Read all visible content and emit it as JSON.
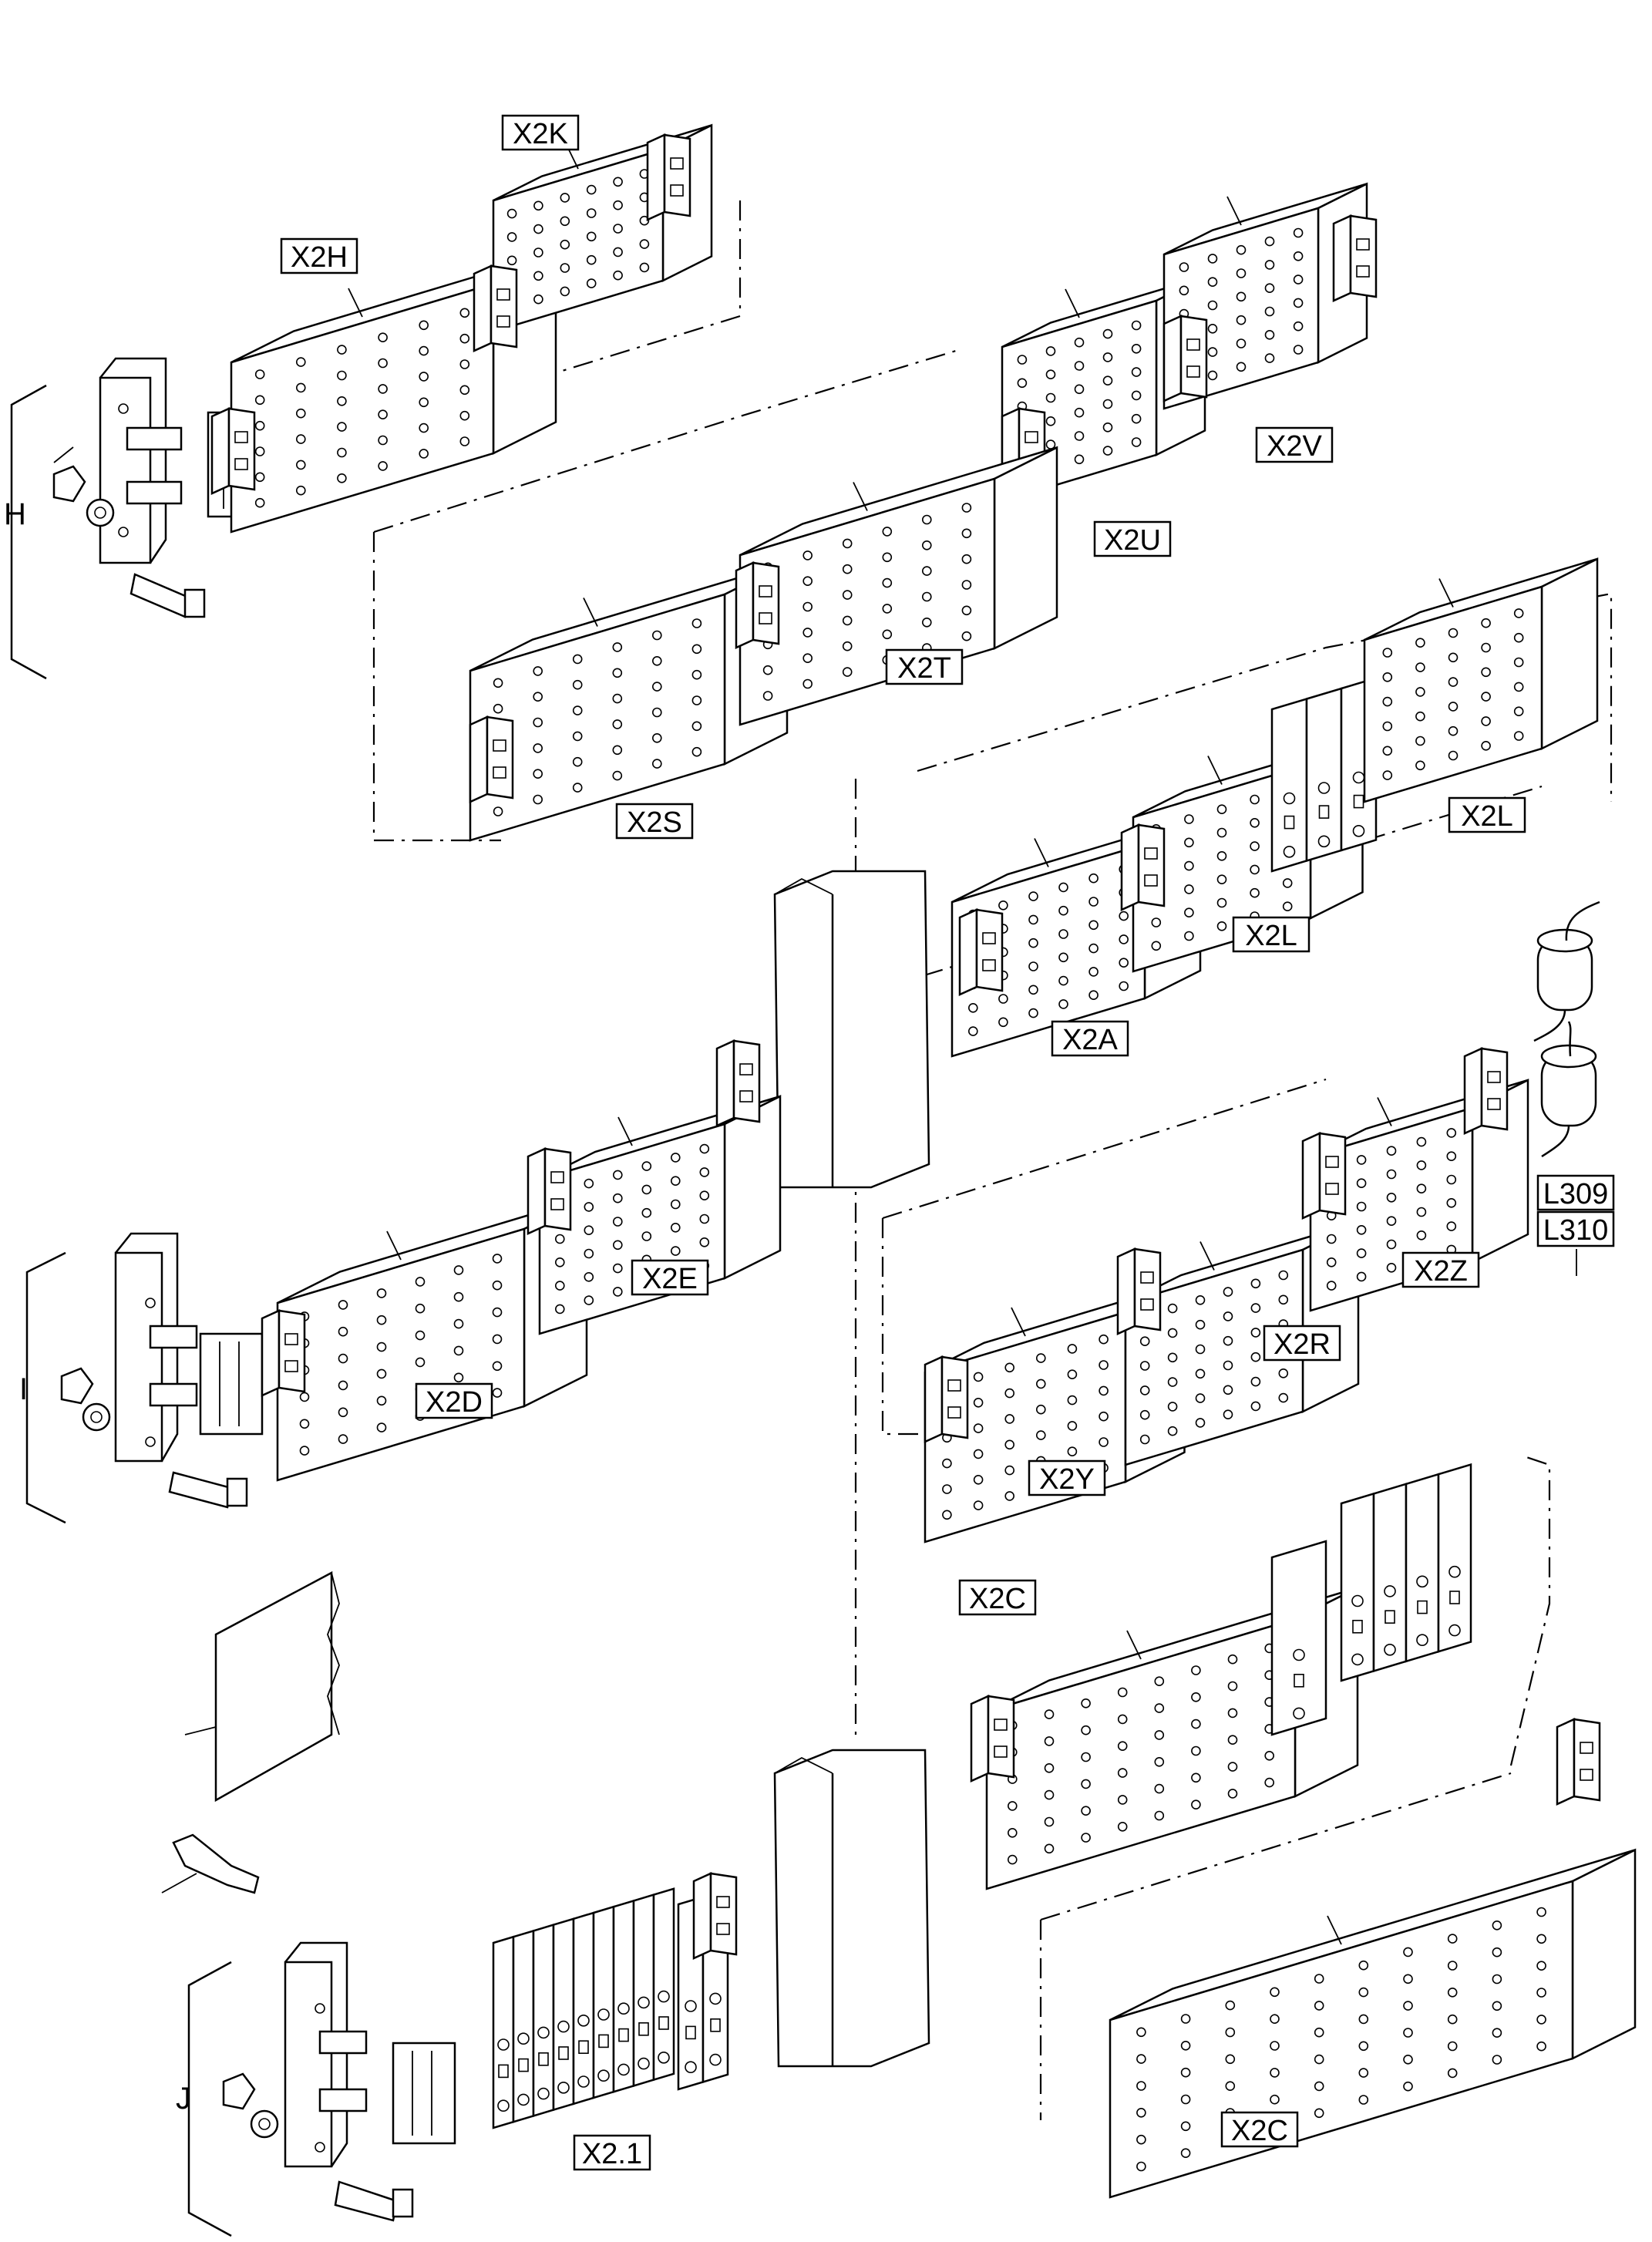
{
  "group_labels": {
    "h": "H",
    "i": "I",
    "j": "J"
  },
  "terminal_labels": {
    "x2k": "X2K",
    "x2h": "X2H",
    "x2v": "X2V",
    "x2u": "X2U",
    "x2t": "X2T",
    "x2s": "X2S",
    "x2l_top": "X2L",
    "x2l_mid": "X2L",
    "x2a": "X2A",
    "x2e": "X2E",
    "x2d": "X2D",
    "x2z": "X2Z",
    "x2r": "X2R",
    "x2y": "X2Y",
    "x2c_top": "X2C",
    "x2c_bottom": "X2C",
    "x21": "X2.1"
  },
  "component_labels": {
    "l309": "L309",
    "l310": "L310"
  }
}
